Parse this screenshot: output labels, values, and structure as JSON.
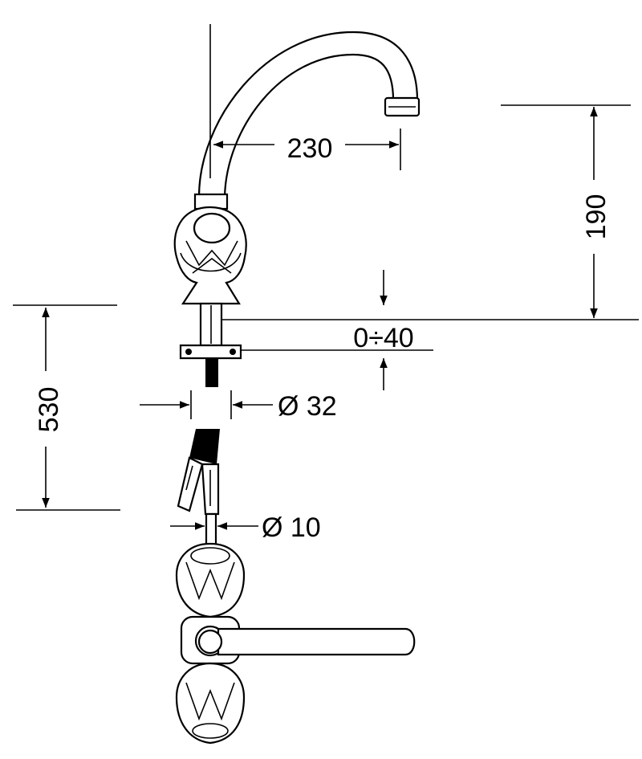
{
  "dimensions": {
    "spout_reach": "230",
    "spout_height": "190",
    "total_length": "530",
    "counter_thickness": "0÷40",
    "shank_diameter": "Ø 32",
    "tube_diameter": "Ø 10"
  }
}
